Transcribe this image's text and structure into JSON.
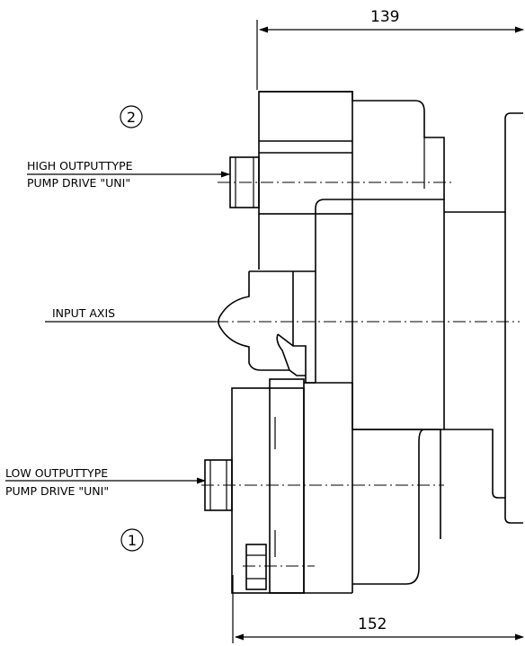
{
  "dimensions": {
    "top": "139",
    "bottom": "152"
  },
  "markers": {
    "high": "2",
    "low": "1"
  },
  "labels": {
    "high_output_line1": "HIGH OUTPUTTYPE",
    "high_output_line2": "PUMP DRIVE \"UNI\"",
    "input_axis": "INPUT AXIS",
    "low_output_line1": "LOW OUTPUTTYPE",
    "low_output_line2": "PUMP DRIVE \"UNI\""
  }
}
